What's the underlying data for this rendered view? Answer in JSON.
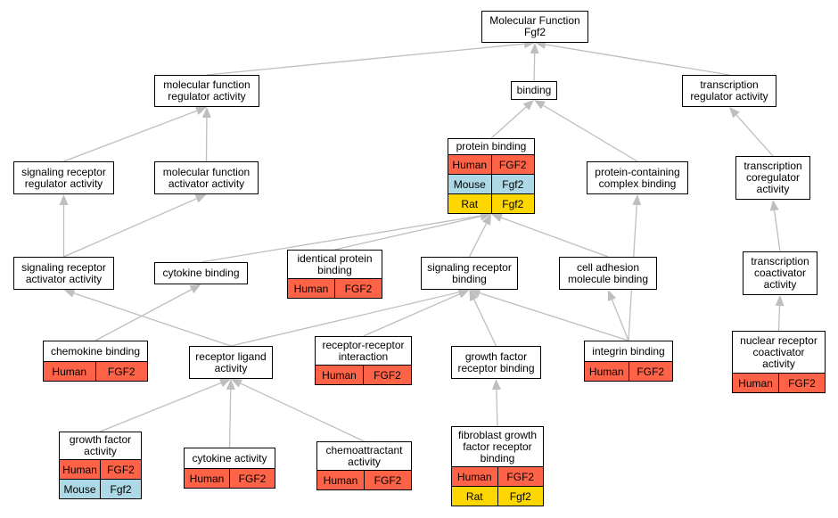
{
  "colors": {
    "Human": "#ff6347",
    "Mouse": "#add8e6",
    "Rat": "#ffd700",
    "edge": "#bebebe"
  },
  "nodes": [
    {
      "id": "mf",
      "label": "Molecular Function\nFgf2",
      "rows": []
    },
    {
      "id": "mfra",
      "label": "molecular function\nregulator activity",
      "rows": []
    },
    {
      "id": "binding",
      "label": "binding",
      "rows": []
    },
    {
      "id": "tra",
      "label": "transcription\nregulator activity",
      "rows": []
    },
    {
      "id": "pb",
      "label": "protein binding",
      "rows": [
        [
          "Human",
          "FGF2"
        ],
        [
          "Mouse",
          "Fgf2"
        ],
        [
          "Rat",
          "Fgf2"
        ]
      ]
    },
    {
      "id": "srra",
      "label": "signaling receptor\nregulator activity",
      "rows": []
    },
    {
      "id": "mfaa",
      "label": "molecular function\nactivator activity",
      "rows": []
    },
    {
      "id": "pccb",
      "label": "protein-containing\ncomplex binding",
      "rows": []
    },
    {
      "id": "tca",
      "label": "transcription\ncoregulator\nactivity",
      "rows": []
    },
    {
      "id": "sraa",
      "label": "signaling receptor\nactivator activity",
      "rows": []
    },
    {
      "id": "cb",
      "label": "cytokine binding",
      "rows": []
    },
    {
      "id": "ipb",
      "label": "identical protein\nbinding",
      "rows": [
        [
          "Human",
          "FGF2"
        ]
      ]
    },
    {
      "id": "srb",
      "label": "signaling receptor\nbinding",
      "rows": []
    },
    {
      "id": "camb",
      "label": "cell adhesion\nmolecule binding",
      "rows": []
    },
    {
      "id": "tcoa",
      "label": "transcription\ncoactivator\nactivity",
      "rows": []
    },
    {
      "id": "chb",
      "label": "chemokine binding",
      "rows": [
        [
          "Human",
          "FGF2"
        ]
      ]
    },
    {
      "id": "rla",
      "label": "receptor ligand\nactivity",
      "rows": []
    },
    {
      "id": "rri",
      "label": "receptor-receptor\ninteraction",
      "rows": [
        [
          "Human",
          "FGF2"
        ]
      ]
    },
    {
      "id": "gfrb",
      "label": "growth factor\nreceptor binding",
      "rows": []
    },
    {
      "id": "ib",
      "label": "integrin binding",
      "rows": [
        [
          "Human",
          "FGF2"
        ]
      ]
    },
    {
      "id": "nrca",
      "label": "nuclear receptor\ncoactivator\nactivity",
      "rows": [
        [
          "Human",
          "FGF2"
        ]
      ]
    },
    {
      "id": "gfa",
      "label": "growth factor\nactivity",
      "rows": [
        [
          "Human",
          "FGF2"
        ],
        [
          "Mouse",
          "Fgf2"
        ]
      ]
    },
    {
      "id": "ca",
      "label": "cytokine activity",
      "rows": [
        [
          "Human",
          "FGF2"
        ]
      ]
    },
    {
      "id": "cha",
      "label": "chemoattractant\nactivity",
      "rows": [
        [
          "Human",
          "FGF2"
        ]
      ]
    },
    {
      "id": "fgfrb",
      "label": "fibroblast growth\nfactor receptor\nbinding",
      "rows": [
        [
          "Human",
          "FGF2"
        ],
        [
          "Rat",
          "Fgf2"
        ]
      ]
    }
  ],
  "edges": [
    [
      "mfra",
      "mf"
    ],
    [
      "binding",
      "mf"
    ],
    [
      "tra",
      "mf"
    ],
    [
      "pb",
      "binding"
    ],
    [
      "pccb",
      "binding"
    ],
    [
      "srra",
      "mfra"
    ],
    [
      "mfaa",
      "mfra"
    ],
    [
      "tca",
      "tra"
    ],
    [
      "tcoa",
      "tca"
    ],
    [
      "nrca",
      "tcoa"
    ],
    [
      "sraa",
      "srra"
    ],
    [
      "sraa",
      "mfaa"
    ],
    [
      "cb",
      "pb"
    ],
    [
      "ipb",
      "pb"
    ],
    [
      "srb",
      "pb"
    ],
    [
      "camb",
      "pb"
    ],
    [
      "ib",
      "pccb"
    ],
    [
      "ib",
      "camb"
    ],
    [
      "ib",
      "srb"
    ],
    [
      "chb",
      "cb"
    ],
    [
      "rla",
      "sraa"
    ],
    [
      "rla",
      "srb"
    ],
    [
      "rri",
      "srb"
    ],
    [
      "gfrb",
      "srb"
    ],
    [
      "gfa",
      "rla"
    ],
    [
      "ca",
      "rla"
    ],
    [
      "cha",
      "rla"
    ],
    [
      "fgfrb",
      "gfrb"
    ]
  ]
}
